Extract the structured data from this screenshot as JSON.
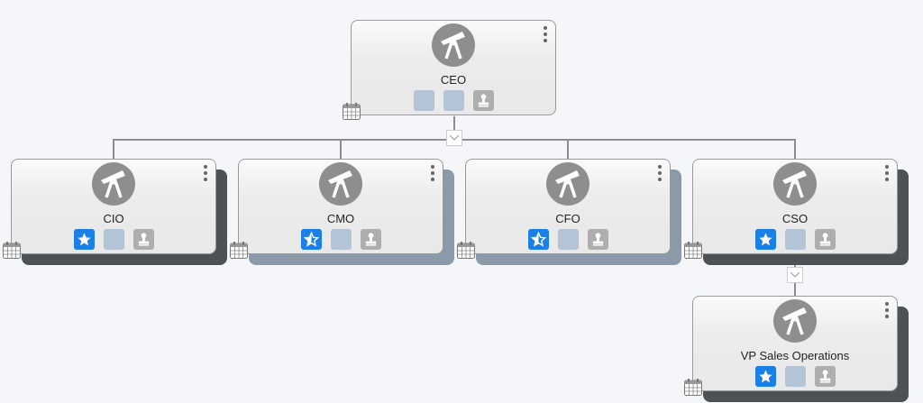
{
  "nodes": [
    {
      "title": "CEO",
      "badges": [
        "blank",
        "blank",
        "stamp"
      ],
      "shadow": "none"
    },
    {
      "title": "CIO",
      "badges": [
        "star",
        "blank",
        "stamp"
      ],
      "shadow": "dark"
    },
    {
      "title": "CMO",
      "badges": [
        "half-star",
        "blank",
        "stamp"
      ],
      "shadow": "light"
    },
    {
      "title": "CFO",
      "badges": [
        "half-star",
        "blank",
        "stamp"
      ],
      "shadow": "light"
    },
    {
      "title": "CSO",
      "badges": [
        "star",
        "blank",
        "stamp"
      ],
      "shadow": "dark"
    },
    {
      "title": "VP Sales Operations",
      "badges": [
        "star",
        "blank",
        "stamp"
      ],
      "shadow": "dark"
    }
  ],
  "colors": {
    "star": "#1a7fe6",
    "blank": "#b3c4d6",
    "stamp": "#aeaeae",
    "dark_shadow": "#4d5257",
    "light_shadow": "#8b9aa8"
  }
}
